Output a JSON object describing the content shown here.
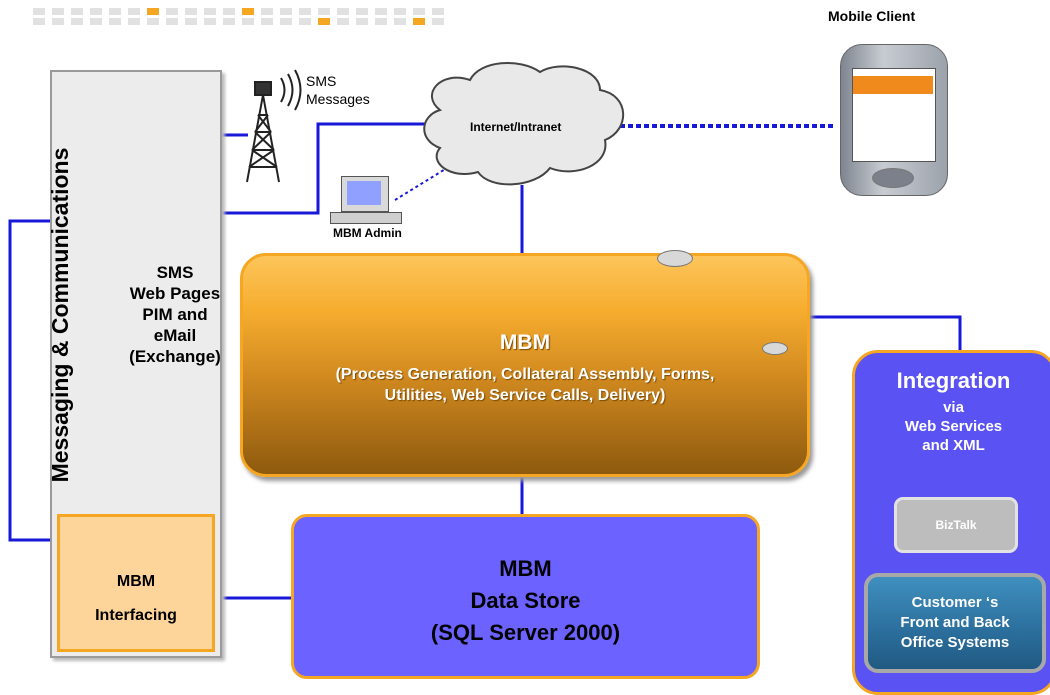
{
  "mobile_client": "Mobile Client",
  "sms_messages": [
    "SMS",
    "Messages"
  ],
  "internet_label": "Internet/Intranet",
  "admin_label": "MBM Admin",
  "messaging_title": "Messaging & Communications",
  "messaging_items": [
    "SMS",
    "Web Pages",
    "PIM and",
    "eMail",
    "(Exchange)"
  ],
  "interfacing": [
    "MBM",
    "Interfacing"
  ],
  "mbm": {
    "title": "MBM",
    "description_lines": [
      "(Process Generation, Collateral Assembly, Forms,",
      "Utilities, Web Service Calls, Delivery)"
    ]
  },
  "data_store": [
    "MBM",
    "Data Store",
    "(SQL Server 2000)"
  ],
  "integration": {
    "title": "Integration",
    "subtitle_lines": [
      "via",
      "Web Services",
      "and XML"
    ],
    "biztalk": "BizTalk",
    "customer_lines": [
      "Customer ‘s",
      "Front and Back",
      "Office Systems"
    ]
  },
  "colors": {
    "connector": "#1818d8",
    "accent_orange": "#f5a623",
    "data_store_fill": "#6b62ff",
    "integration_fill": "#5a52f2"
  },
  "icons": [
    "radio-tower-icon",
    "cloud-icon",
    "computer-icon",
    "pda-icon"
  ]
}
